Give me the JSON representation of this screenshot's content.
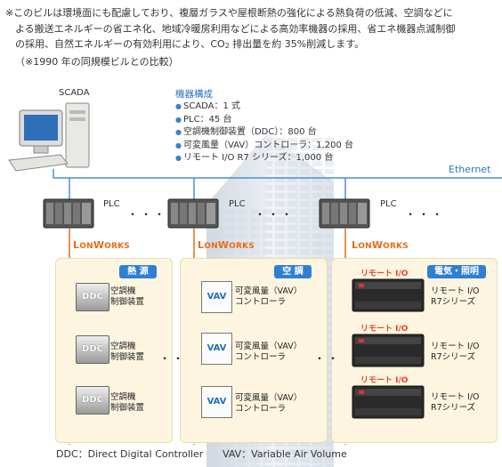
{
  "note": {
    "line1": "※このビルは環境面にも配慮しており、複層ガラスや屋根断熱の強化による熱負荷の低減、空調などに",
    "line2": "よる搬送エネルギーの省エネ化、地域冷暖房利用などによる高効率機器の採用、省エネ機器点滅制御",
    "line3a": "の採用、自然エネルギーの有効利用により、CO",
    "line3sub": "2",
    "line3b": " 排出量を約 35%削減します。",
    "line4": "（※1990 年の同規模ビルとの比較）"
  },
  "scada_label": "SCADA",
  "config": {
    "title": "機器構成",
    "items": [
      "SCADA：1 式",
      "PLC：45 台",
      "空調機制御装置（DDC）：800 台",
      "可変風量（VAV）コントローラ：1,200 台",
      "リモート I/O  R7 シリーズ：1,000 台"
    ]
  },
  "ethernet_label": "Ethernet",
  "plc_label": "PLC",
  "lonworks": {
    "prefix": "L",
    "mid": "ON",
    "prefix2": "W",
    "suffix": "ORKS"
  },
  "panels": {
    "heat": {
      "title": "熱 源",
      "device_text": "DDC",
      "labels": [
        "空調機\n制御装置",
        "空調機\n制御装置",
        "空調機\n制御装置"
      ]
    },
    "aircon": {
      "title": "空 調",
      "device_text": "VAV",
      "labels": [
        "可変風量（VAV）\nコントローラ",
        "可変風量（VAV）\nコントローラ",
        "可変風量（VAV）\nコントローラ"
      ]
    },
    "electric": {
      "title": "電気・照明",
      "remote_title": "リモート I/O",
      "labels": [
        "リモート I/O\nR7シリーズ",
        "リモート I/O\nR7シリーズ",
        "リモート I/O\nR7シリーズ"
      ]
    }
  },
  "footer": {
    "ddc": "DDC：Direct Digital Controller",
    "vav": "VAV：Variable Air Volume"
  },
  "colors": {
    "ethernet_line": "#4a8fd6",
    "lonworks_line": "#e86b17",
    "panel_bg": "#fdf5e0",
    "badge": "#2f7fd2"
  }
}
